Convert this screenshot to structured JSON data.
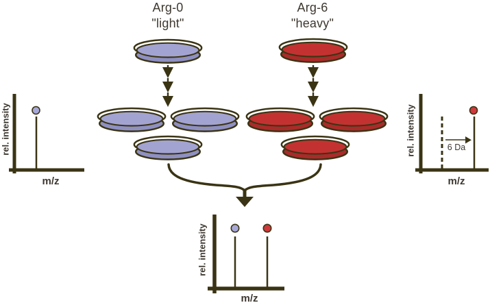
{
  "conditions": {
    "left": {
      "title": "Arg-0",
      "subtitle": "\"light\""
    },
    "right": {
      "title": "Arg-6",
      "subtitle": "\"heavy\""
    }
  },
  "colors": {
    "line": "#3a3414",
    "text": "#3d3830",
    "light_fill": "#a3a3d2",
    "light_band": "#8f90c1",
    "light_dot": "#a8a8d8",
    "heavy_fill": "#c33231",
    "heavy_band": "#a92b29",
    "heavy_dot": "#cf3a3d"
  },
  "plots": {
    "left": {
      "ylabel": "rel. intensity",
      "xlabel": "m/z"
    },
    "right": {
      "ylabel": "rel. intensity",
      "xlabel": "m/z",
      "shift_label": "6 Da"
    },
    "bottom": {
      "ylabel": "rel. intensity",
      "xlabel": "m/z"
    }
  },
  "chart_data": [
    {
      "type": "line",
      "subtype": "mass-spectrum",
      "position": "left",
      "xlabel": "m/z",
      "ylabel": "rel. intensity",
      "peaks": [
        {
          "name": "light (Arg-0) peptide",
          "rel_intensity": 1.0,
          "marker_color": "#a8a8d8"
        }
      ]
    },
    {
      "type": "line",
      "subtype": "mass-spectrum",
      "position": "right",
      "xlabel": "m/z",
      "ylabel": "rel. intensity",
      "annotation": "6 Da",
      "dashed_reference_at_light_mz": true,
      "peaks": [
        {
          "name": "heavy (Arg-6) peptide",
          "rel_intensity": 1.0,
          "mz_shift_da": 6,
          "marker_color": "#cf3a3d"
        }
      ]
    },
    {
      "type": "line",
      "subtype": "mass-spectrum",
      "position": "bottom",
      "xlabel": "m/z",
      "ylabel": "rel. intensity",
      "peaks": [
        {
          "name": "light (Arg-0) peptide",
          "rel_intensity": 1.0,
          "marker_color": "#a8a8d8"
        },
        {
          "name": "heavy (Arg-6) peptide",
          "rel_intensity": 1.0,
          "mz_shift_da": 6,
          "marker_color": "#cf3a3d"
        }
      ]
    }
  ]
}
